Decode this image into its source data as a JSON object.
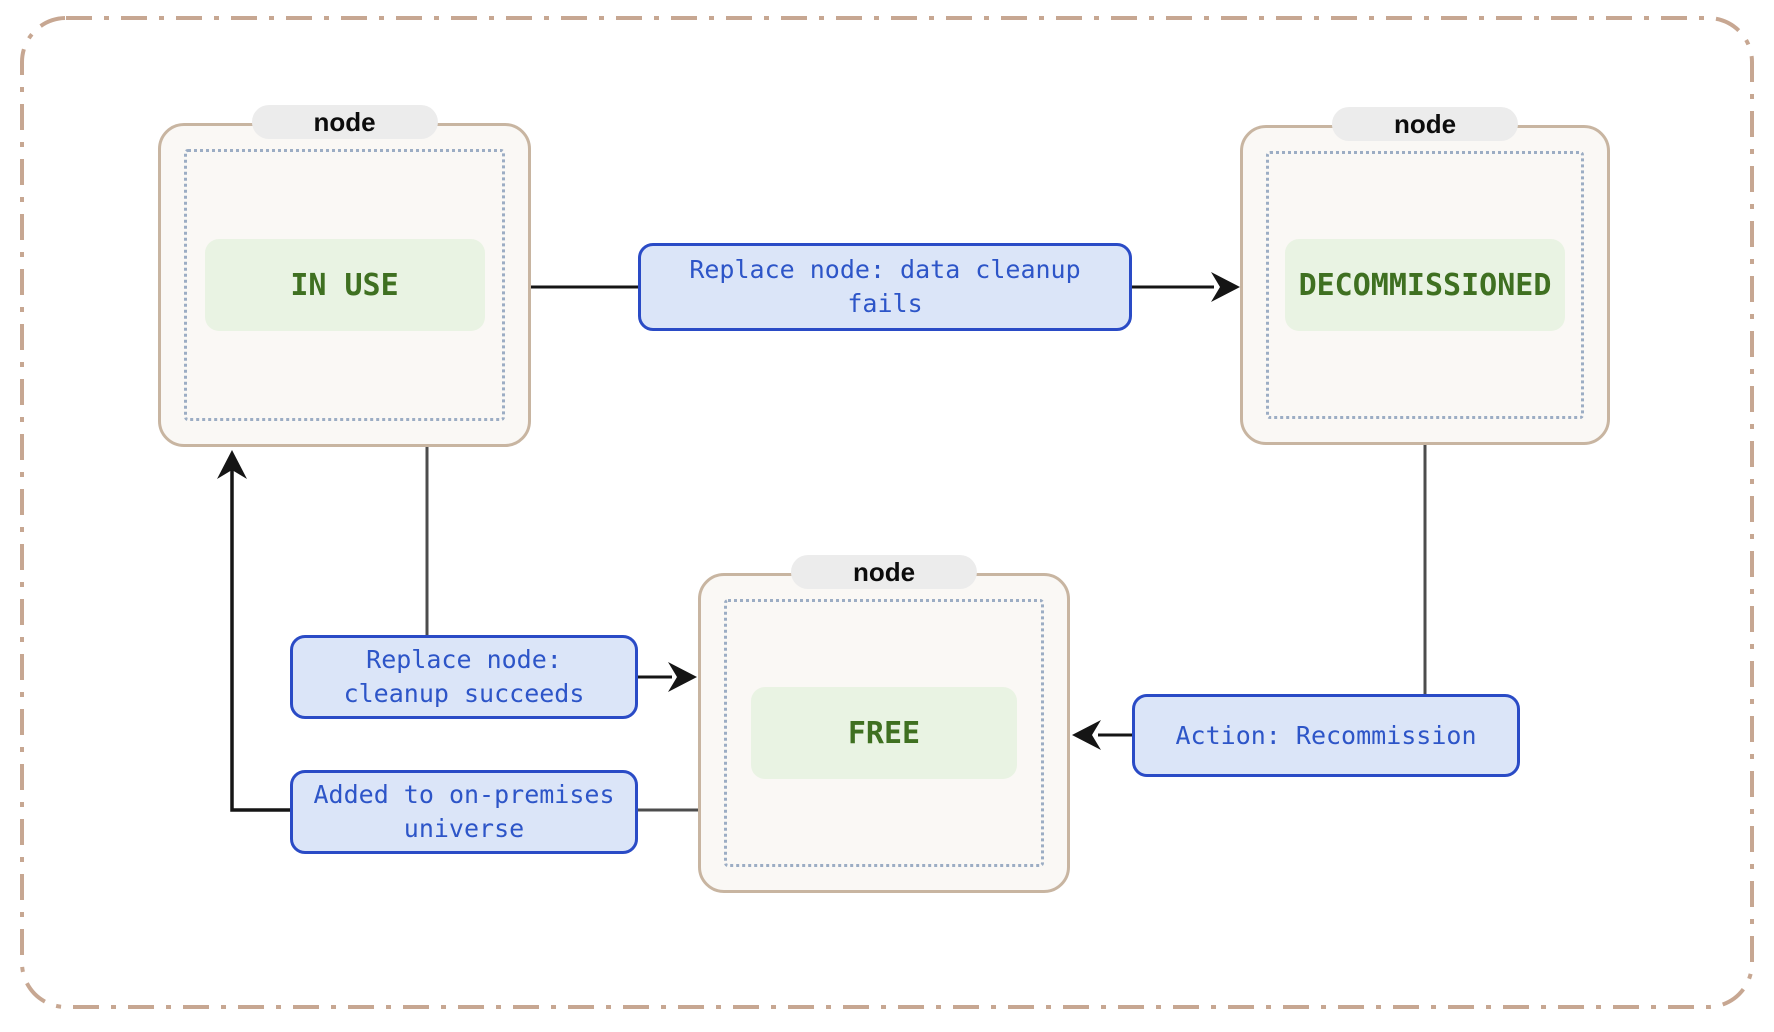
{
  "diagram": {
    "type": "state-diagram",
    "nodes": {
      "in_use": {
        "title": "node",
        "state": "IN USE"
      },
      "decommissioned": {
        "title": "node",
        "state": "DECOMMISSIONED"
      },
      "free": {
        "title": "node",
        "state": "FREE"
      }
    },
    "edges": {
      "replace_fails": {
        "label": "Replace node: data cleanup fails",
        "from": "IN USE",
        "to": "DECOMMISSIONED"
      },
      "replace_succeeds": {
        "label": "Replace node: cleanup succeeds",
        "from": "IN USE",
        "to": "FREE"
      },
      "added_universe": {
        "label": "Added to on-premises universe",
        "from": "FREE",
        "to": "IN USE"
      },
      "recommission": {
        "label": "Action: Recommission",
        "from": "DECOMMISSIONED",
        "to": "FREE"
      }
    },
    "colors": {
      "frame": "#c7a792",
      "node_border": "#c8b5a1",
      "node_bg": "#faf8f5",
      "pill_bg": "#ececec",
      "dotted": "#9cadc4",
      "state_bg": "#e9f3e3",
      "state_text": "#3f7021",
      "label_bg": "#dbe5f8",
      "label_border": "#2a4bc6",
      "label_text": "#2d55c8",
      "arrow": "#151515",
      "connector": "#4d4d4d"
    }
  }
}
